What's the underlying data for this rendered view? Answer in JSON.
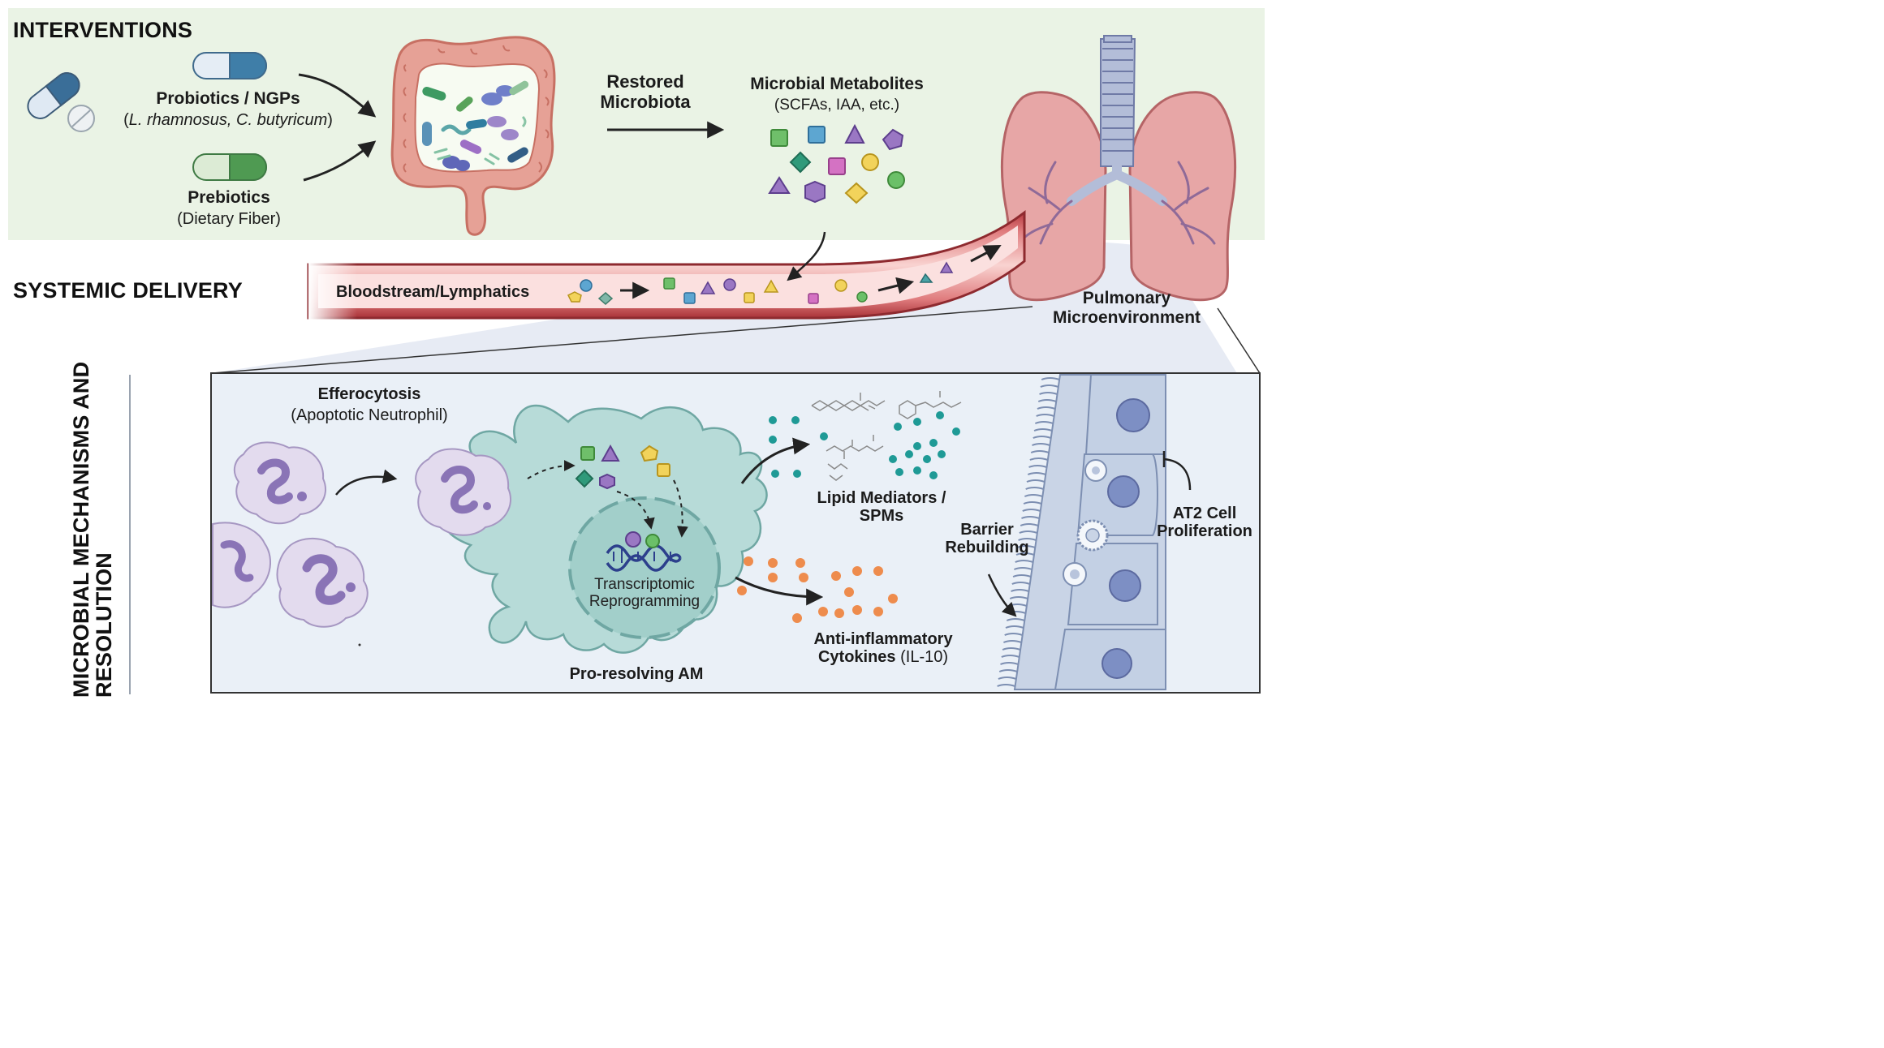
{
  "sections": {
    "interventions": "INTERVENTIONS",
    "systemic_delivery": "SYSTEMIC DELIVERY",
    "mechanisms": "MICROBIAL MECHANISMS AND RESOLUTION"
  },
  "interventions": {
    "probiotics_title": "Probiotics / NGPs",
    "probiotics_open": "(",
    "probiotics_species": "L. rhamnosus, C. butyricum",
    "probiotics_close": ")",
    "prebiotics_title": "Prebiotics",
    "prebiotics_sub": "(Dietary Fiber)"
  },
  "flow": {
    "restored_line1": "Restored",
    "restored_line2": "Microbiota",
    "metabolites_title": "Microbial Metabolites",
    "metabolites_sub": "(SCFAs, IAA, etc.)",
    "bloodstream": "Bloodstream/Lymphatics",
    "pulmonary_line1": "Pulmonary",
    "pulmonary_line2": "Microenvironment"
  },
  "mechanisms": {
    "efferocytosis_title": "Efferocytosis",
    "efferocytosis_sub": "(Apoptotic Neutrophil)",
    "transcriptomic_line1": "Transcriptomic",
    "transcriptomic_line2": "Reprogramming",
    "am_label": "Pro-resolving AM",
    "lipid_line1": "Lipid Mediators /",
    "lipid_line2": "SPMs",
    "cytokines_line1": "Anti-inflammatory",
    "cytokines_line2": "Cytokines",
    "cytokines_paren": "(IL-10)",
    "barrier_line1": "Barrier",
    "barrier_line2": "Rebuilding",
    "at2_line1": "AT2 Cell",
    "at2_line2": "Proliferation"
  },
  "colors": {
    "top_band": "#eaf3e5",
    "inset_bg": "#eaf0f7",
    "gut": "#e8a197",
    "lung": "#e7a6a6",
    "vessel": "#c2474b",
    "macrophage": "#b7dbd8",
    "neutrophil": "#e3dbee",
    "teal_dot": "#1f9a96",
    "orange_dot": "#ee8c4d"
  }
}
